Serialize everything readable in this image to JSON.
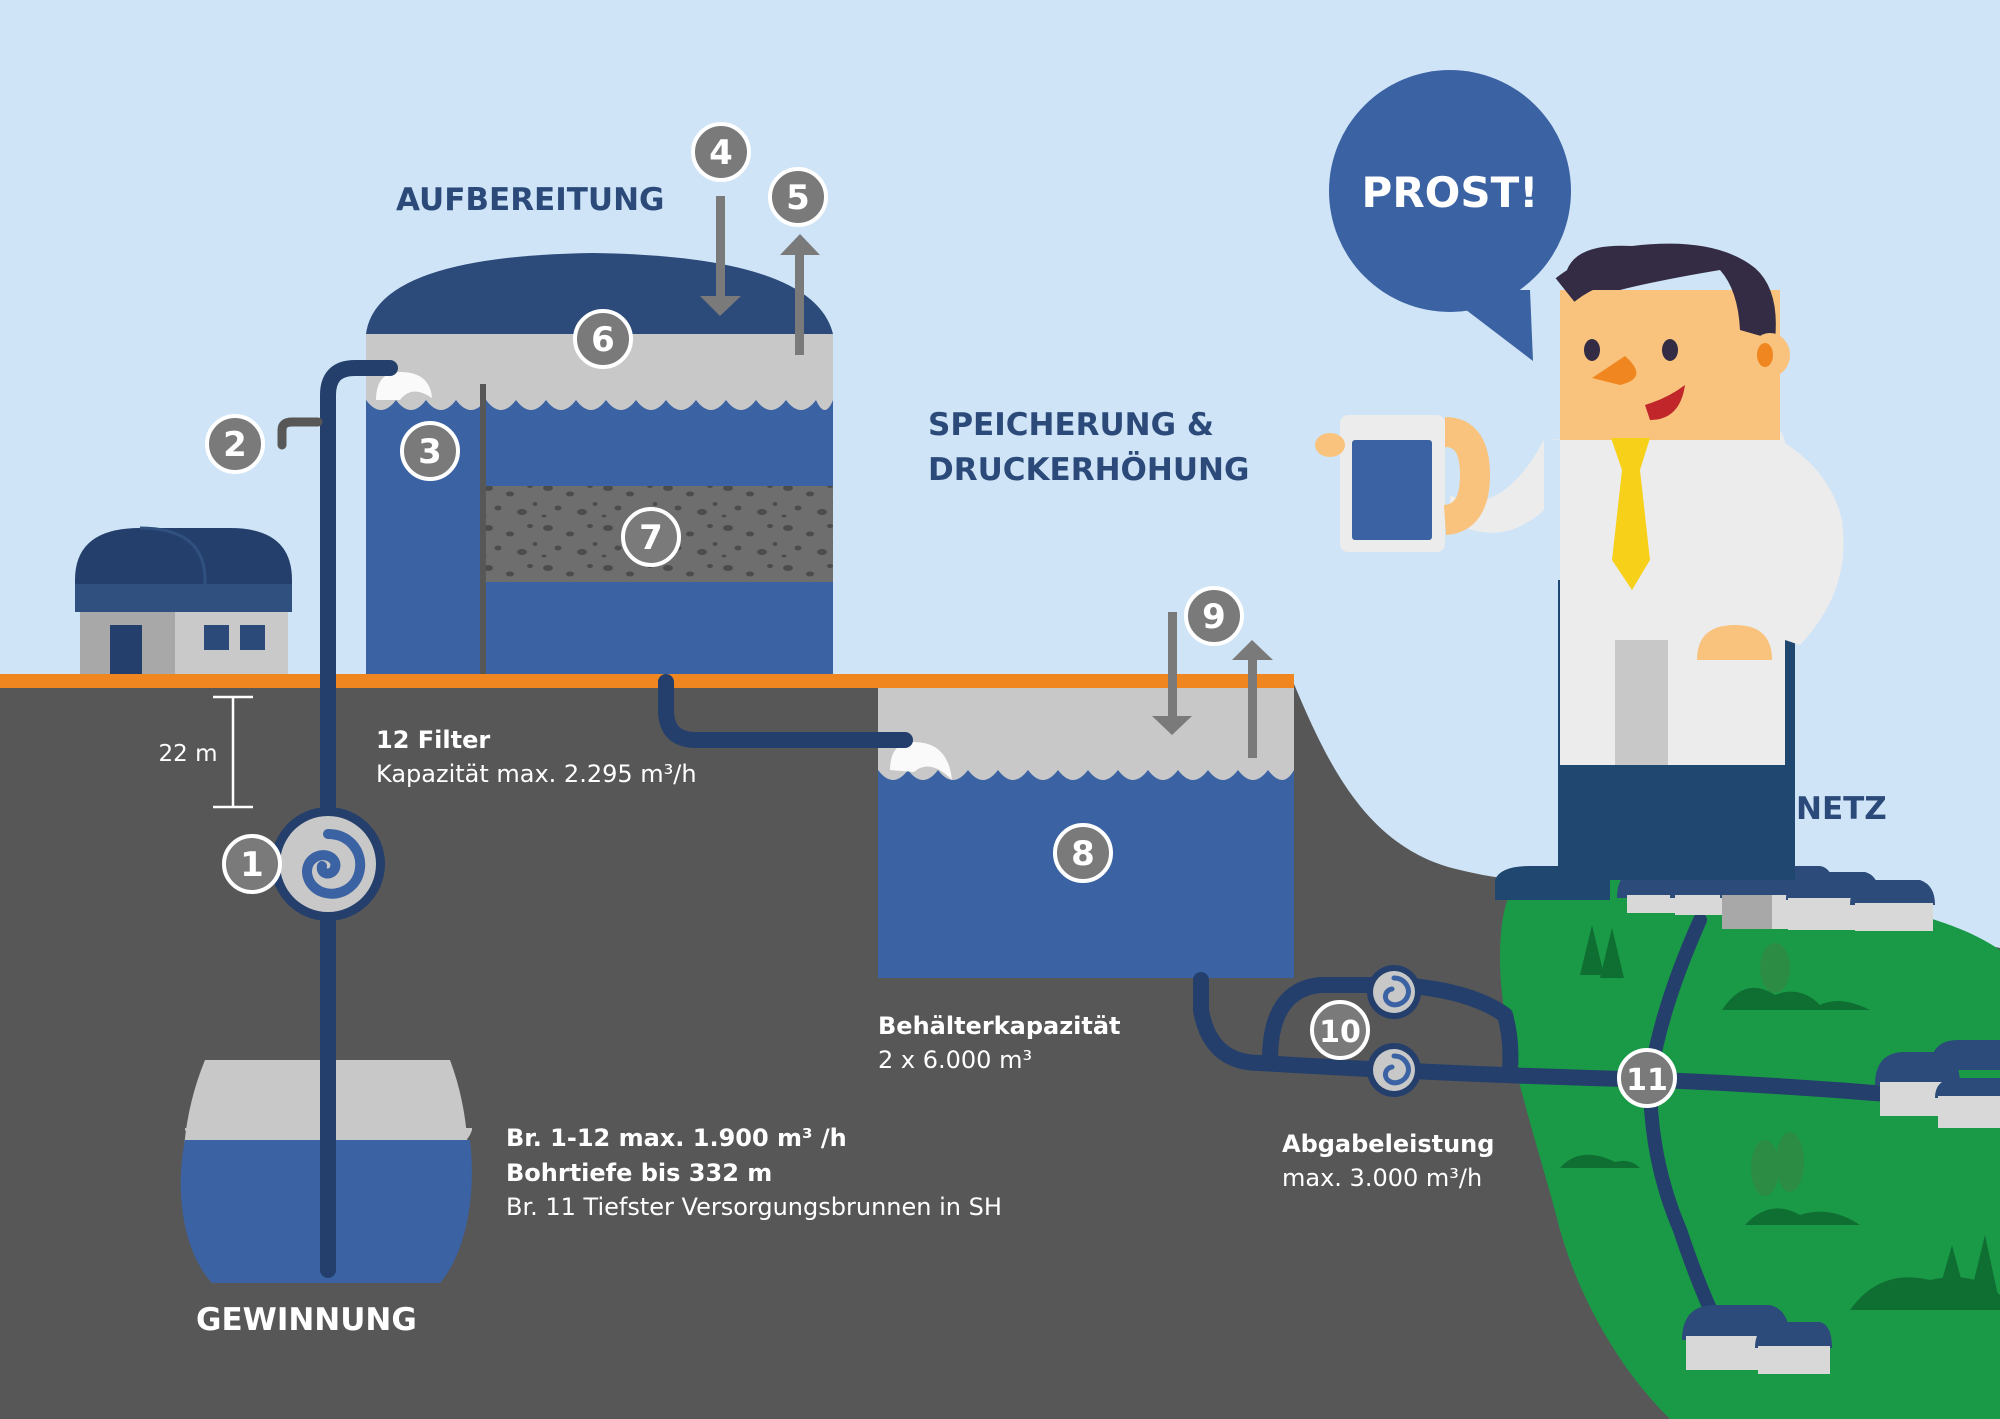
{
  "headings": {
    "treatment": "AUFBEREITUNG",
    "storage_line1": "SPEICHERUNG &",
    "storage_line2": "DRUCKERHÖHUNG",
    "network": "NETZ",
    "extraction": "GEWINNUNG"
  },
  "speech_bubble": "PROST!",
  "depth_label": "22 m",
  "filter_info": {
    "title": "12 Filter",
    "capacity": "Kapazität max. 2.295 m³/h"
  },
  "reservoir_info": {
    "title": "Behälterkapazität",
    "value": "2 x 6.000 m³"
  },
  "well_info": {
    "line1": "Br. 1-12 max. 1.900 m³ /h",
    "line2": "Bohrtiefe bis 332 m",
    "line3": "Br. 11 Tiefster Versorgungsbrunnen in SH"
  },
  "output_info": {
    "title": "Abgabeleistung",
    "value": "max. 3.000 m³/h"
  },
  "badges": [
    "1",
    "2",
    "3",
    "4",
    "5",
    "6",
    "7",
    "8",
    "9",
    "10",
    "11"
  ],
  "colors": {
    "sky": "#cfe4f6",
    "ground": "#575757",
    "orange_line": "#f0861f",
    "water_blue": "#3b62a3",
    "dark_navy": "#243f6b",
    "light_grey": "#c8c8c8",
    "badge_grey": "#7a7a7a",
    "grass_green": "#1a9a47"
  }
}
